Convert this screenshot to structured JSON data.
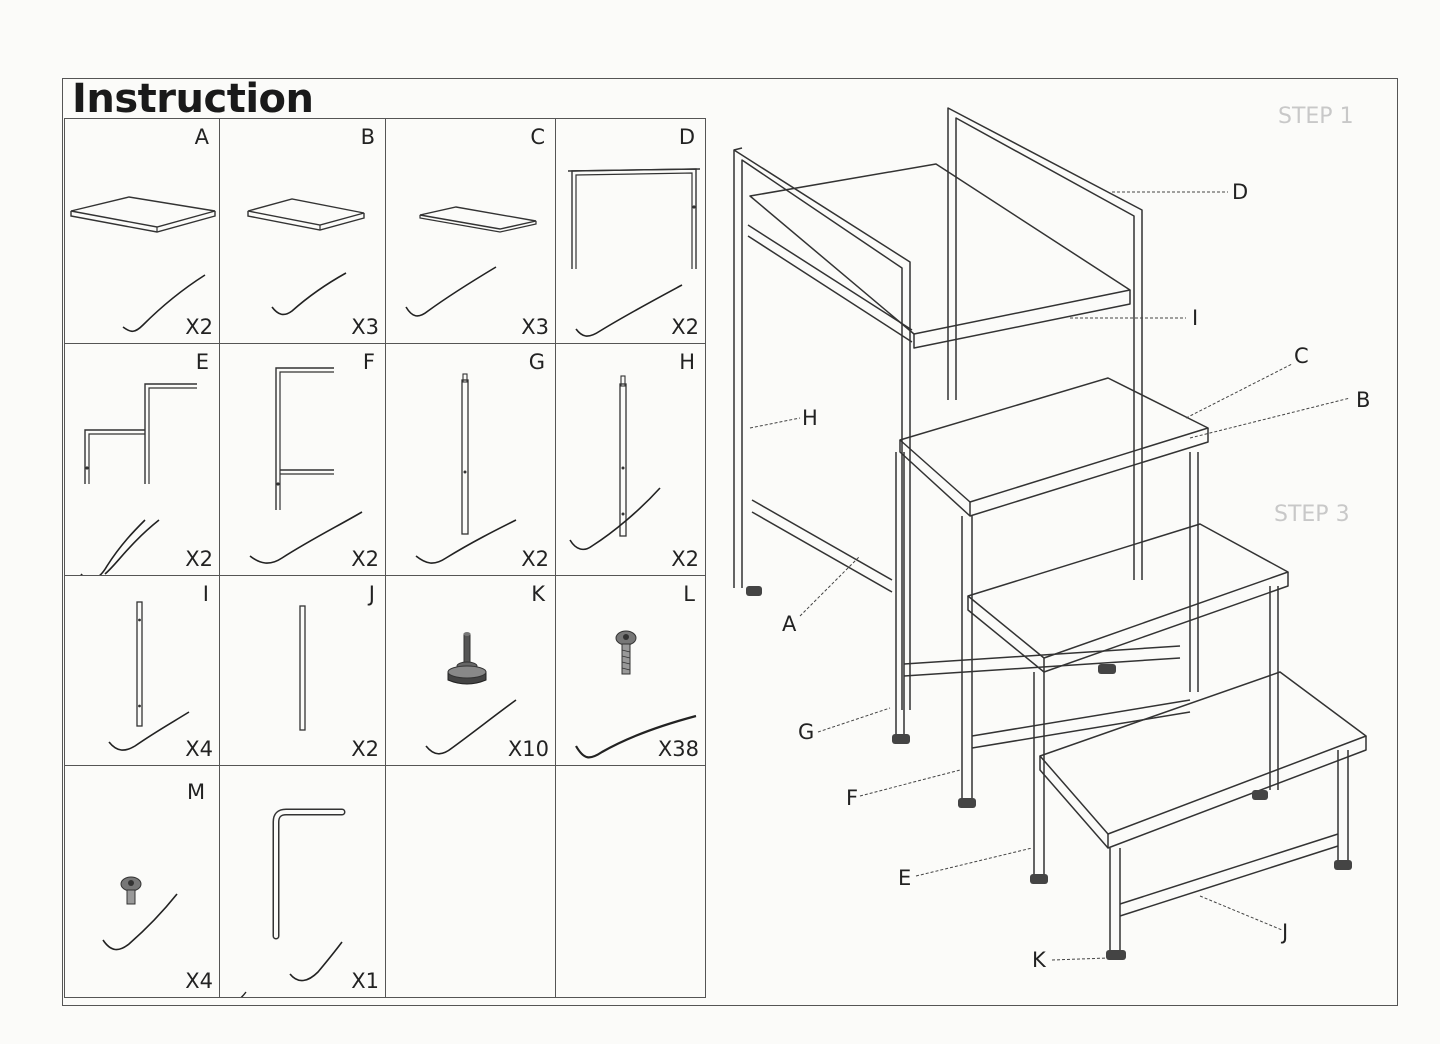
{
  "title": "Instruction",
  "parts": [
    {
      "letter": "A",
      "qty": "X2",
      "icon": "wooden-board-large-icon"
    },
    {
      "letter": "B",
      "qty": "X3",
      "icon": "wooden-board-medium-icon"
    },
    {
      "letter": "C",
      "qty": "X3",
      "icon": "wooden-board-small-icon"
    },
    {
      "letter": "D",
      "qty": "X2",
      "icon": "handrail-frame-icon"
    },
    {
      "letter": "E",
      "qty": "X2",
      "icon": "side-frame-step-icon"
    },
    {
      "letter": "F",
      "qty": "X2",
      "icon": "side-frame-f-icon"
    },
    {
      "letter": "G",
      "qty": "X2",
      "icon": "leg-tube-short-icon"
    },
    {
      "letter": "H",
      "qty": "X2",
      "icon": "leg-tube-long-icon"
    },
    {
      "letter": "I",
      "qty": "X4",
      "icon": "crossbar-tube-icon"
    },
    {
      "letter": "J",
      "qty": "X2",
      "icon": "crossbar-tube-long-icon"
    },
    {
      "letter": "K",
      "qty": "X10",
      "icon": "adjustable-foot-icon"
    },
    {
      "letter": "L",
      "qty": "X38",
      "icon": "long-screw-icon"
    },
    {
      "letter": "M",
      "qty": "X4",
      "icon": "short-screw-icon"
    },
    {
      "letter": "",
      "qty": "X1",
      "icon": "allen-key-icon"
    },
    {
      "letter": "",
      "qty": "",
      "icon": ""
    },
    {
      "letter": "",
      "qty": "",
      "icon": ""
    }
  ],
  "callouts": [
    "D",
    "I",
    "C",
    "B",
    "H",
    "A",
    "G",
    "F",
    "E",
    "J",
    "K"
  ]
}
